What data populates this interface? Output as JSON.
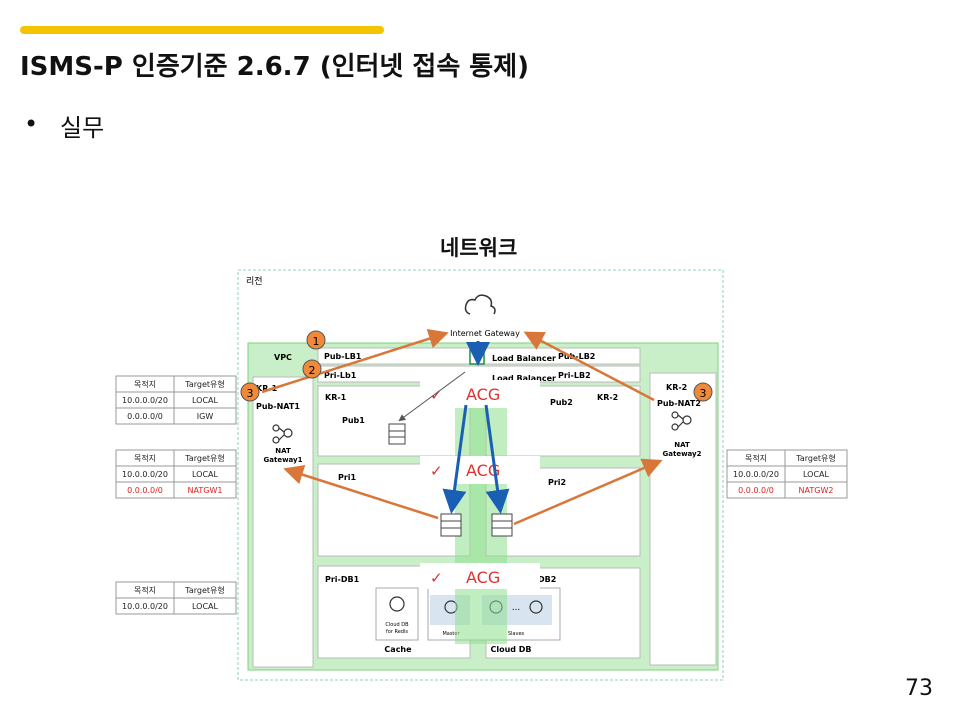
{
  "slide": {
    "title": "ISMS-P 인증기준 2.6.7 (인터넷 접속 통제)",
    "bullet": "실무",
    "page_number": "73"
  },
  "diagram": {
    "title": "네트워크",
    "region_label": "리전",
    "vpc_label": "VPC",
    "internet_gateway": "Internet Gateway",
    "load_balancer": "Load Balancer",
    "load_balancer_2": "Load Balancer",
    "subnets": {
      "pub_lb1": "Pub-LB1",
      "pub_lb2": "Pub-LB2",
      "pri_lb1": "Pri-Lb1",
      "pri_lb2": "Pri-LB2",
      "kr1": "KR-1",
      "kr1_inner": "KR-1",
      "pub_nat1": "Pub-NAT1",
      "pub1": "Pub1",
      "pub2": "Pub2",
      "kr2": "KR-2",
      "kr2_inner": "KR-2",
      "pub_nat2": "Pub-NAT2",
      "pri1": "Pri1",
      "pri2": "Pri2",
      "pri_db1": "Pri-DB1",
      "pri_db2": "DB2"
    },
    "nat_gateway_1": [
      "NAT",
      "Gateway1"
    ],
    "nat_gateway_2": [
      "NAT",
      "Gateway2"
    ],
    "acg_labels": [
      "ACG",
      "ACG",
      "ACG"
    ],
    "markers": [
      "1",
      "2",
      "3",
      "3"
    ],
    "cache": {
      "label": "Cache",
      "redis": [
        "Cloud DB",
        "for Redis"
      ]
    },
    "cloud_db": {
      "label": "Cloud DB",
      "master": "Master",
      "slaves": "Slaves",
      "ellipsis": "..."
    }
  },
  "route_tables": [
    {
      "headers": [
        "목적지",
        "Target유형"
      ],
      "rows": [
        {
          "dest": "10.0.0.0/20",
          "target": "LOCAL",
          "highlight": false
        },
        {
          "dest": "0.0.0.0/0",
          "target": "IGW",
          "highlight": false
        }
      ]
    },
    {
      "headers": [
        "목적지",
        "Target유형"
      ],
      "rows": [
        {
          "dest": "10.0.0.0/20",
          "target": "LOCAL",
          "highlight": false
        },
        {
          "dest": "0.0.0.0/0",
          "target": "NATGW1",
          "highlight": true
        }
      ]
    },
    {
      "headers": [
        "목적지",
        "Target유형"
      ],
      "rows": [
        {
          "dest": "10.0.0.0/20",
          "target": "LOCAL",
          "highlight": false
        }
      ]
    },
    {
      "headers": [
        "목적지",
        "Target유형"
      ],
      "rows": [
        {
          "dest": "10.0.0.0/20",
          "target": "LOCAL",
          "highlight": false
        },
        {
          "dest": "0.0.0.0/0",
          "target": "NATGW2",
          "highlight": true
        }
      ]
    }
  ],
  "colors": {
    "accent": "#f5c400",
    "vpc_fill": "#c9efc9",
    "vpc_border": "#7fd07f",
    "arrow_orange": "#d9773a",
    "arrow_blue": "#1a5fb4",
    "marker_fill": "#f08a3a",
    "acg_red": "#e03030",
    "highlight_red": "#e02020"
  }
}
